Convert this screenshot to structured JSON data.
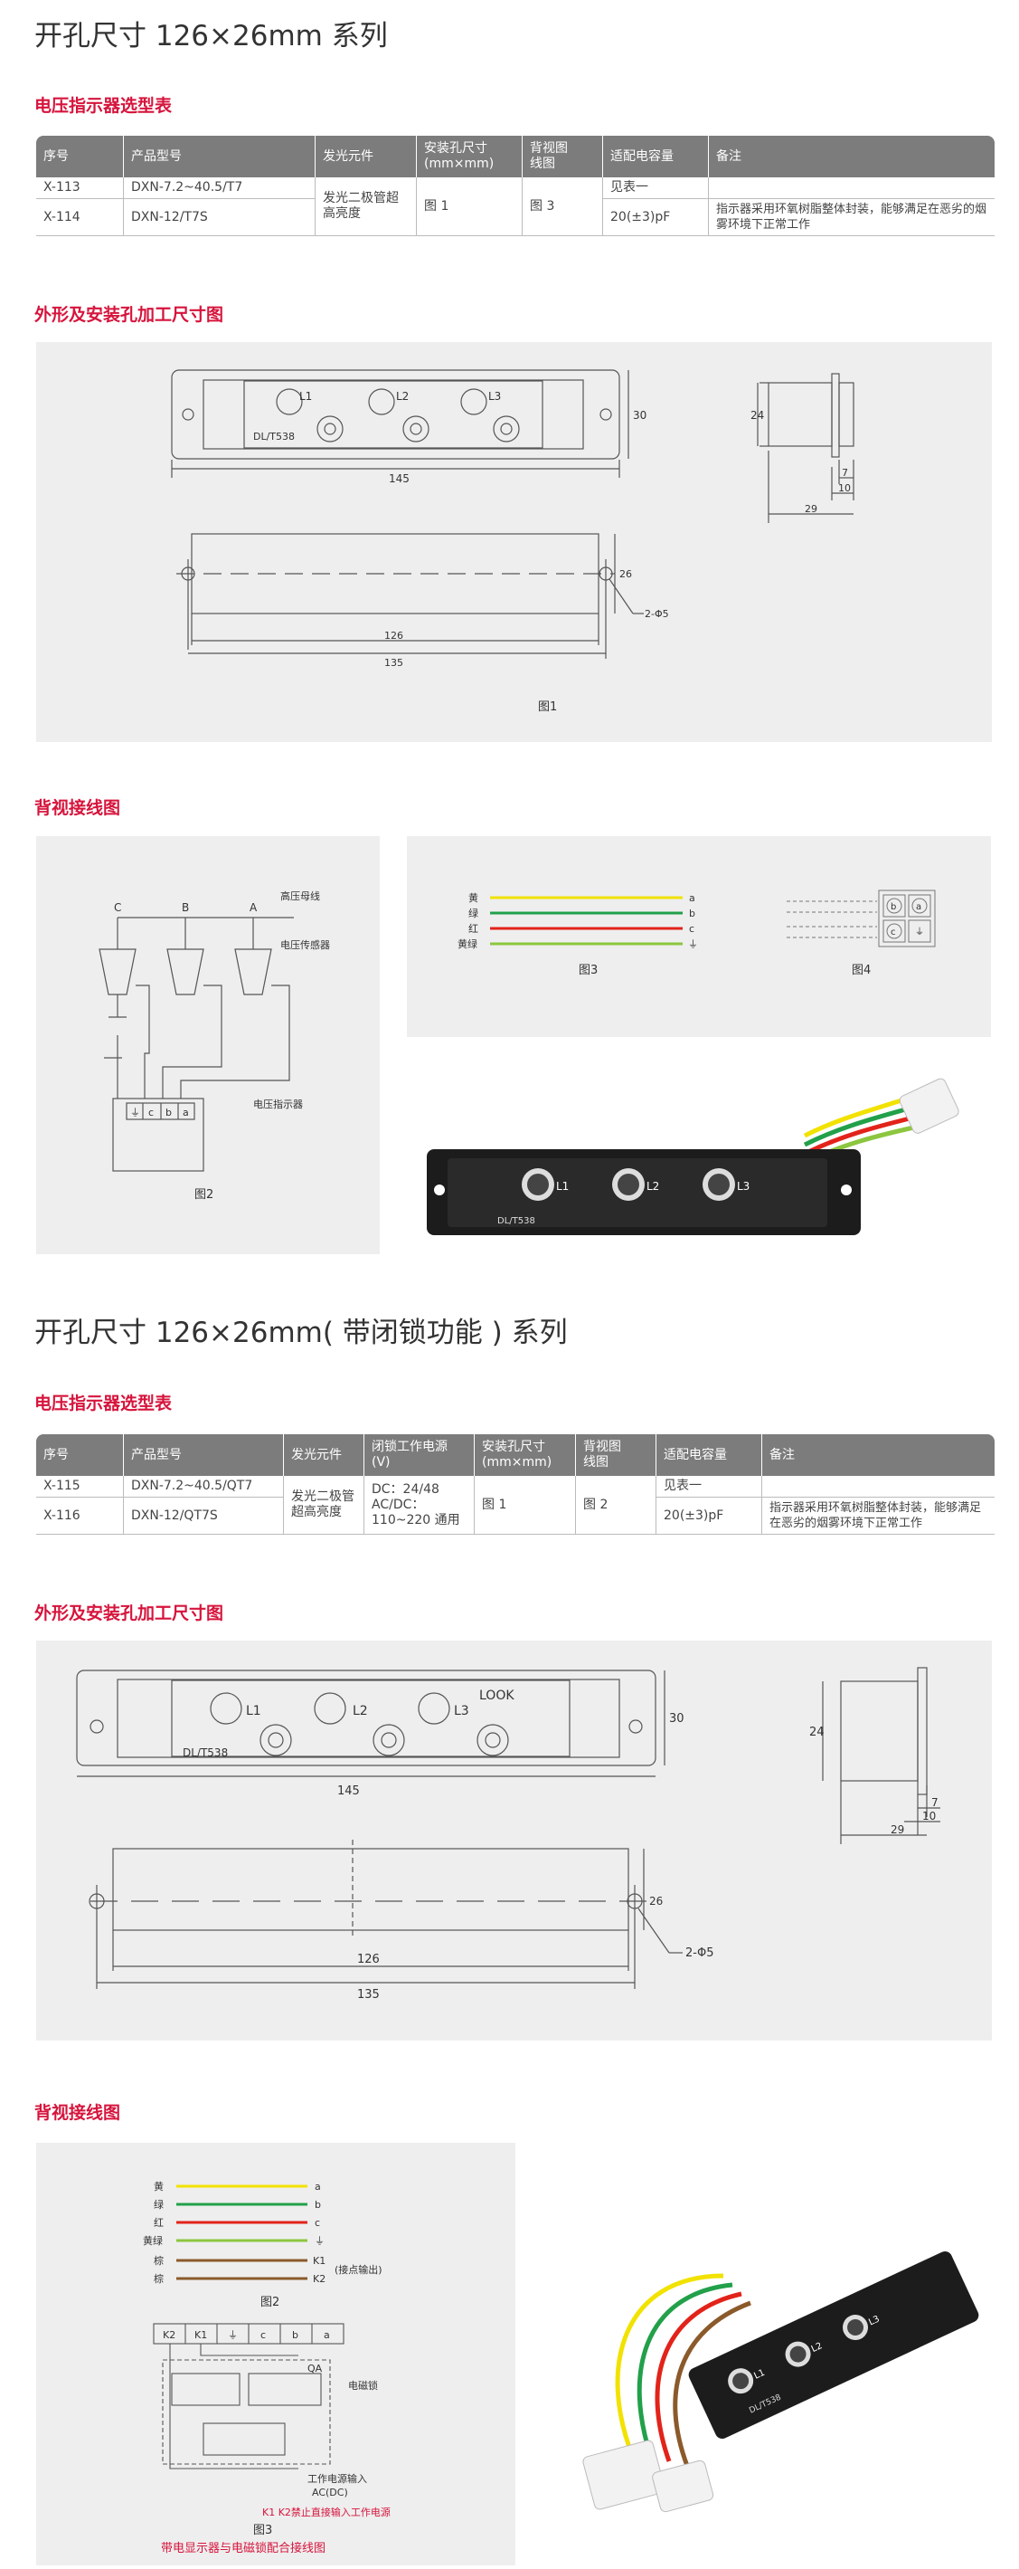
{
  "section1": {
    "title": "开孔尺寸 126×26mm 系列",
    "table_heading": "电压指示器选型表",
    "table": {
      "headers": [
        "序号",
        "产品型号",
        "发光元件",
        "安装孔尺寸\n(mm×mm)",
        "背视图\n线图",
        "适配电容量",
        "备注"
      ],
      "rows": [
        {
          "no": "X-113",
          "model": "DXN-7.2~40.5/T7",
          "cap": "见表一"
        },
        {
          "no": "X-114",
          "model": "DXN-12/T7S",
          "cap": "20(±3)pF"
        }
      ],
      "light": "发光二极管超高亮度",
      "hole": "图 1",
      "wiring": "图 3",
      "note": "指示器采用环氧树脂整体封装，能够满足在恶劣的烟雾环境下正常工作"
    },
    "dim_heading": "外形及安装孔加工尺寸图",
    "fig1": {
      "front": {
        "l1": "L1",
        "l2": "L2",
        "l3": "L3",
        "model": "DL/T538",
        "w145": "145",
        "h30": "30"
      },
      "side": {
        "h24": "24",
        "d7": "7",
        "d10": "10",
        "d29": "29"
      },
      "cut": {
        "d126": "126",
        "d135": "135",
        "h26": "26",
        "hole": "2-Φ5"
      },
      "caption": "图1"
    },
    "wiring_heading": "背视接线图",
    "fig2": {
      "phases": [
        "C",
        "B",
        "A"
      ],
      "busbar": "高压母线",
      "sensor": "电压传感器",
      "terminals": [
        "⏚",
        "c",
        "b",
        "a"
      ],
      "indicator": "电压指示器",
      "caption": "图2"
    },
    "fig3": {
      "wires": [
        {
          "name": "黄",
          "end": "a",
          "color": "#f2e200"
        },
        {
          "name": "绿",
          "end": "b",
          "color": "#22a04a"
        },
        {
          "name": "红",
          "end": "c",
          "color": "#e2231a"
        },
        {
          "name": "黄绿",
          "end": "⏚",
          "color": "#8cc63f"
        }
      ],
      "caption": "图3"
    },
    "fig4": {
      "pins": [
        "b",
        "a",
        "c",
        "⏚"
      ],
      "caption": "图4"
    },
    "photo": {
      "labels": [
        "L1",
        "L2",
        "L3"
      ],
      "model": "DL/T538"
    }
  },
  "section2": {
    "title": "开孔尺寸 126×26mm( 带闭锁功能 ) 系列",
    "table_heading": "电压指示器选型表",
    "table": {
      "headers": [
        "序号",
        "产品型号",
        "发光元件",
        "闭锁工作电源\n(V)",
        "安装孔尺寸\n(mm×mm)",
        "背视图\n线图",
        "适配电容量",
        "备注"
      ],
      "rows": [
        {
          "no": "X-115",
          "model": "DXN-7.2~40.5/QT7",
          "cap": "见表一"
        },
        {
          "no": "X-116",
          "model": "DXN-12/QT7S",
          "cap": "20(±3)pF"
        }
      ],
      "light": "发光二极管超高亮度",
      "power": "DC：24/48 AC/DC：110~220 通用",
      "hole": "图 1",
      "wiring": "图 2",
      "note": "指示器采用环氧树脂整体封装，能够满足在恶劣的烟雾环境下正常工作"
    },
    "dim_heading": "外形及安装孔加工尺寸图",
    "fig1": {
      "front": {
        "l1": "L1",
        "l2": "L2",
        "l3": "L3",
        "look": "LOOK",
        "model": "DL/T538",
        "w145": "145",
        "h30": "30"
      },
      "side": {
        "h24": "24",
        "d7": "7",
        "d10": "10",
        "d29": "29"
      },
      "cut": {
        "d126": "126",
        "d135": "135",
        "h26": "26",
        "hole": "2-Φ5"
      }
    },
    "wiring_heading": "背视接线图",
    "fig2": {
      "wires": [
        {
          "name": "黄",
          "end": "a",
          "color": "#f2e200"
        },
        {
          "name": "绿",
          "end": "b",
          "color": "#22a04a"
        },
        {
          "name": "红",
          "end": "c",
          "color": "#e2231a"
        },
        {
          "name": "黄绿",
          "end": "⏚",
          "color": "#8cc63f"
        },
        {
          "name": "棕",
          "end": "K1",
          "color": "#8b5a2b"
        },
        {
          "name": "棕",
          "end": "K2",
          "color": "#8b5a2b"
        }
      ],
      "contact_note": "(接点输出)",
      "caption": "图2"
    },
    "fig3": {
      "terminals": [
        "K2",
        "K1",
        "⏚",
        "c",
        "b",
        "a"
      ],
      "lock": "电磁锁",
      "qa": "QA",
      "power": "工作电源输入",
      "power2": "AC(DC)",
      "warn": "K1 K2禁止直接输入工作电源",
      "caption": "图3",
      "desc": "带电显示器与电磁锁配合接线图"
    },
    "photo": {
      "labels": [
        "L1",
        "L2",
        "L3"
      ],
      "model": "DL/T538"
    }
  }
}
